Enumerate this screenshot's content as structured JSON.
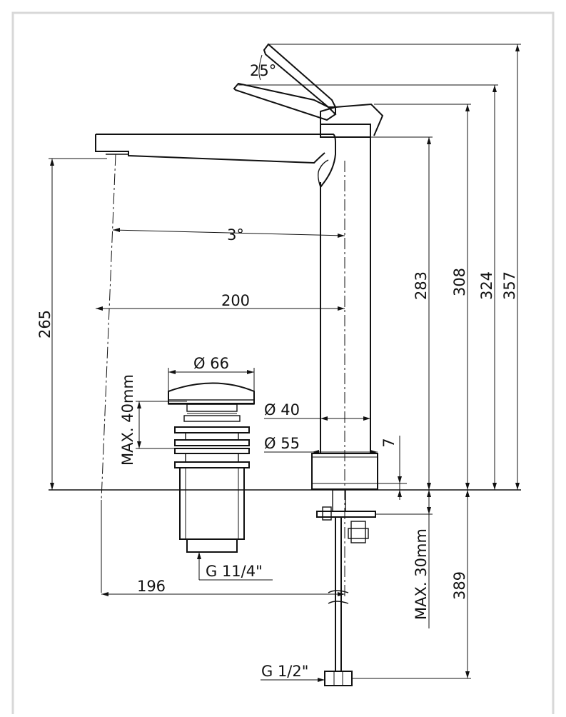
{
  "drawing": {
    "angles": {
      "lever": "25°",
      "spout": "3°"
    },
    "heights": {
      "h265": "265",
      "h283": "283",
      "h308": "308",
      "h324": "324",
      "h357": "357",
      "h389": "389"
    },
    "widths": {
      "w200": "200",
      "w196": "196"
    },
    "waste": {
      "diameter_top": "Ø 66",
      "max_thickness": "MAX. 40mm",
      "thread": "G 11/4\""
    },
    "body": {
      "diameter_40": "Ø 40",
      "diameter_55": "Ø 55",
      "base_7": "7"
    },
    "supply": {
      "max_thickness": "MAX. 30mm",
      "thread": "G 1/2\""
    }
  }
}
